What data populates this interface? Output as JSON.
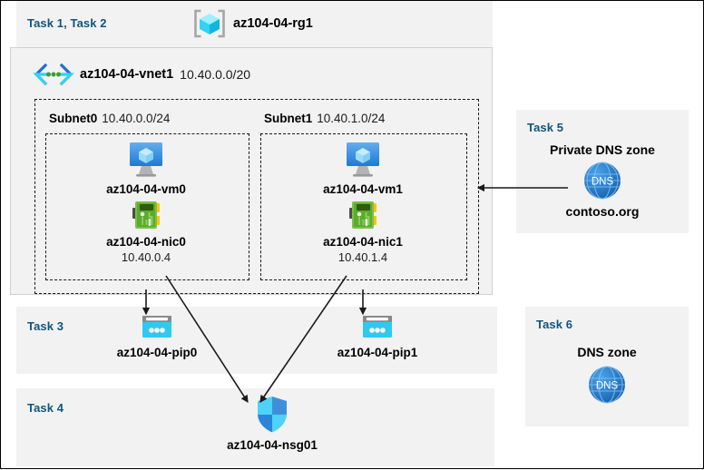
{
  "header": {
    "task_label": "Task 1, Task 2",
    "rg_icon": "resource-group-icon",
    "rg_name": "az104-04-rg1"
  },
  "vnet": {
    "icon": "virtual-network-icon",
    "name": "az104-04-vnet1",
    "cidr": "10.40.0.0/20"
  },
  "subnets": [
    {
      "name": "Subnet0",
      "cidr": "10.40.0.0/24",
      "vm": {
        "icon": "virtual-machine-icon",
        "name": "az104-04-vm0"
      },
      "nic": {
        "icon": "network-interface-icon",
        "name": "az104-04-nic0",
        "ip": "10.40.0.4"
      }
    },
    {
      "name": "Subnet1",
      "cidr": "10.40.1.0/24",
      "vm": {
        "icon": "virtual-machine-icon",
        "name": "az104-04-vm1"
      },
      "nic": {
        "icon": "network-interface-icon",
        "name": "az104-04-nic1",
        "ip": "10.40.1.4"
      }
    }
  ],
  "task3": {
    "task_label": "Task 3",
    "pips": [
      {
        "icon": "public-ip-address-icon",
        "name": "az104-04-pip0"
      },
      {
        "icon": "public-ip-address-icon",
        "name": "az104-04-pip1"
      }
    ]
  },
  "task4": {
    "task_label": "Task 4",
    "nsg": {
      "icon": "network-security-group-icon",
      "name": "az104-04-nsg01"
    }
  },
  "task5": {
    "task_label": "Task 5",
    "title": "Private DNS zone",
    "icon": "dns-zone-icon",
    "icon_text": "DNS",
    "zone_name": "contoso.org"
  },
  "task6": {
    "task_label": "Task 6",
    "title": "DNS zone",
    "icon": "dns-zone-icon",
    "icon_text": "DNS"
  },
  "colors": {
    "task_text": "#11557c",
    "panel_bg": "#f2f2f2",
    "panel_border": "#d0d0d0",
    "dashed_border": "#1a1a1a",
    "arrow": "#1a1a1a",
    "nic_green": "#5fb53a",
    "pip_cyan": "#31c8ef",
    "dns_blue": "#1e72c8",
    "vm_blue": "#3c91e6",
    "rg_cube": "#50e6ff"
  }
}
